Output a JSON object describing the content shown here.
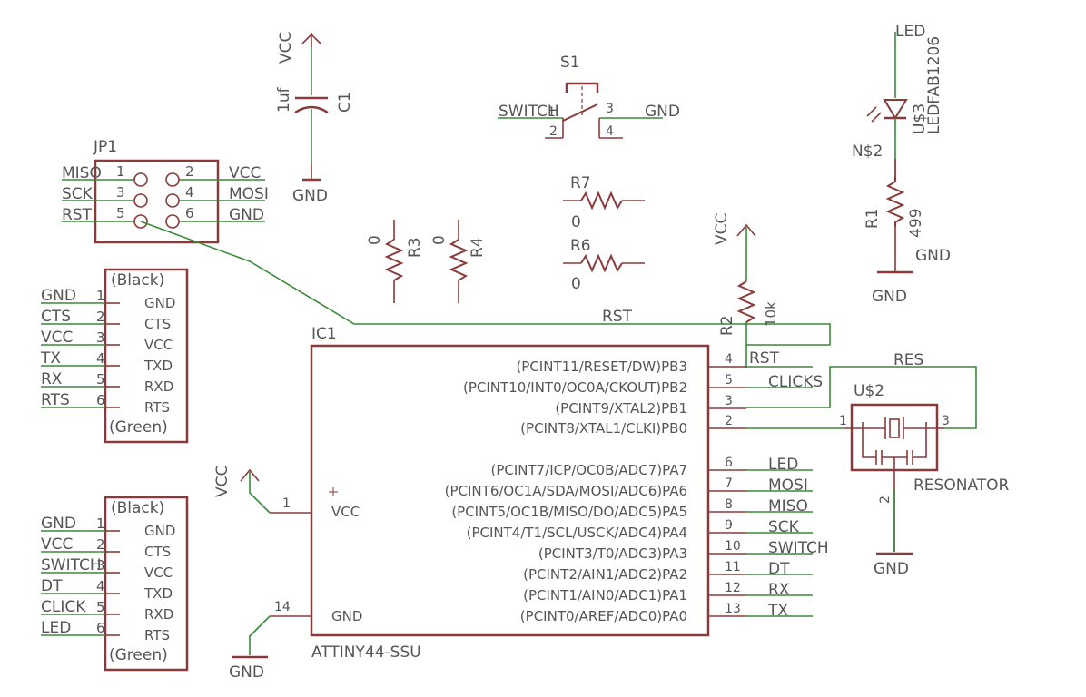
{
  "vcc_cap": {
    "vcc": "VCC",
    "value": "1uf",
    "ref": "C1",
    "gnd": "GND"
  },
  "s1": {
    "ref": "S1",
    "name": "SWITCH",
    "pin1": "1",
    "pin2": "2",
    "pin3": "3",
    "pin4": "4",
    "gnd": "GND"
  },
  "led": {
    "net": "LED",
    "value": "LEDFAB1206",
    "ref": "U$3",
    "node": "N$2",
    "r1_ref": "R1",
    "r1_value": "499",
    "gnd": "GND",
    "gnd2": "GND"
  },
  "jp1": {
    "ref": "JP1",
    "left_labels": [
      "MISO",
      "SCK",
      "RST"
    ],
    "left_nums": [
      "1",
      "3",
      "5"
    ],
    "right_nums": [
      "2",
      "4",
      "6"
    ],
    "right_labels": [
      "VCC",
      "MOSI",
      "GND"
    ]
  },
  "r7": {
    "ref": "R7",
    "value": "0"
  },
  "r6": {
    "ref": "R6",
    "value": "0"
  },
  "r3": {
    "ref": "R3",
    "value": "0"
  },
  "r4": {
    "ref": "R4",
    "value": "0"
  },
  "r2": {
    "ref": "R2",
    "value": "10k",
    "vcc": "VCC",
    "net_rst": "RST",
    "net_rst2": "RST"
  },
  "ftdi1": {
    "top": "(Black)",
    "bottom": "(Green)",
    "nets": [
      "GND",
      "CTS",
      "VCC",
      "TX",
      "RX",
      "RTS"
    ],
    "nums": [
      "1",
      "2",
      "3",
      "4",
      "5",
      "6"
    ],
    "pins": [
      "GND",
      "CTS",
      "VCC",
      "TXD",
      "RXD",
      "RTS"
    ]
  },
  "ftdi2": {
    "top": "(Black)",
    "bottom": "(Green)",
    "nets": [
      "GND",
      "VCC",
      "SWITCH",
      "DT",
      "CLICK",
      "LED"
    ],
    "nums": [
      "1",
      "2",
      "3",
      "4",
      "5",
      "6"
    ],
    "pins": [
      "GND",
      "CTS",
      "VCC",
      "TXD",
      "RXD",
      "RTS"
    ]
  },
  "ic1": {
    "ref": "IC1",
    "part": "ATTINY44-SSU",
    "vcc_label": "VCC",
    "gnd_label": "GND",
    "vcc_pin": "1",
    "gnd_pin": "14",
    "vcc_net": "VCC",
    "gnd_net": "GND",
    "pins": [
      {
        "name": "(PCINT11/RESET/DW)PB3",
        "num": "4",
        "net": "RST"
      },
      {
        "name": "(PCINT10/INT0/OC0A/CKOUT)PB2",
        "num": "5",
        "net": "CLICKS"
      },
      {
        "name": "(PCINT9/XTAL2)PB1",
        "num": "3",
        "net": ""
      },
      {
        "name": "(PCINT8/XTAL1/CLKI)PB0",
        "num": "2",
        "net": ""
      },
      {
        "name": "(PCINT7/ICP/OC0B/ADC7)PA7",
        "num": "6",
        "net": "LED"
      },
      {
        "name": "(PCINT6/OC1A/SDA/MOSI/ADC6)PA6",
        "num": "7",
        "net": "MOSI"
      },
      {
        "name": "(PCINT5/OC1B/MISO/DO/ADC5)PA5",
        "num": "8",
        "net": "MISO"
      },
      {
        "name": "(PCINT4/T1/SCL/USCK/ADC4)PA4",
        "num": "9",
        "net": "SCK"
      },
      {
        "name": "(PCINT3/T0/ADC3)PA3",
        "num": "10",
        "net": "SWITCH"
      },
      {
        "name": "(PCINT2/AIN1/ADC2)PA2",
        "num": "11",
        "net": "DT"
      },
      {
        "name": "(PCINT1/AIN0/ADC1)PA1",
        "num": "12",
        "net": "RX"
      },
      {
        "name": "(PCINT0/AREF/ADC0)PA0",
        "num": "13",
        "net": "TX"
      }
    ]
  },
  "res": {
    "ref": "U$2",
    "part": "RESONATOR",
    "net": "RES",
    "pin1": "1",
    "pin2": "2",
    "pin3": "3",
    "gnd": "GND"
  }
}
